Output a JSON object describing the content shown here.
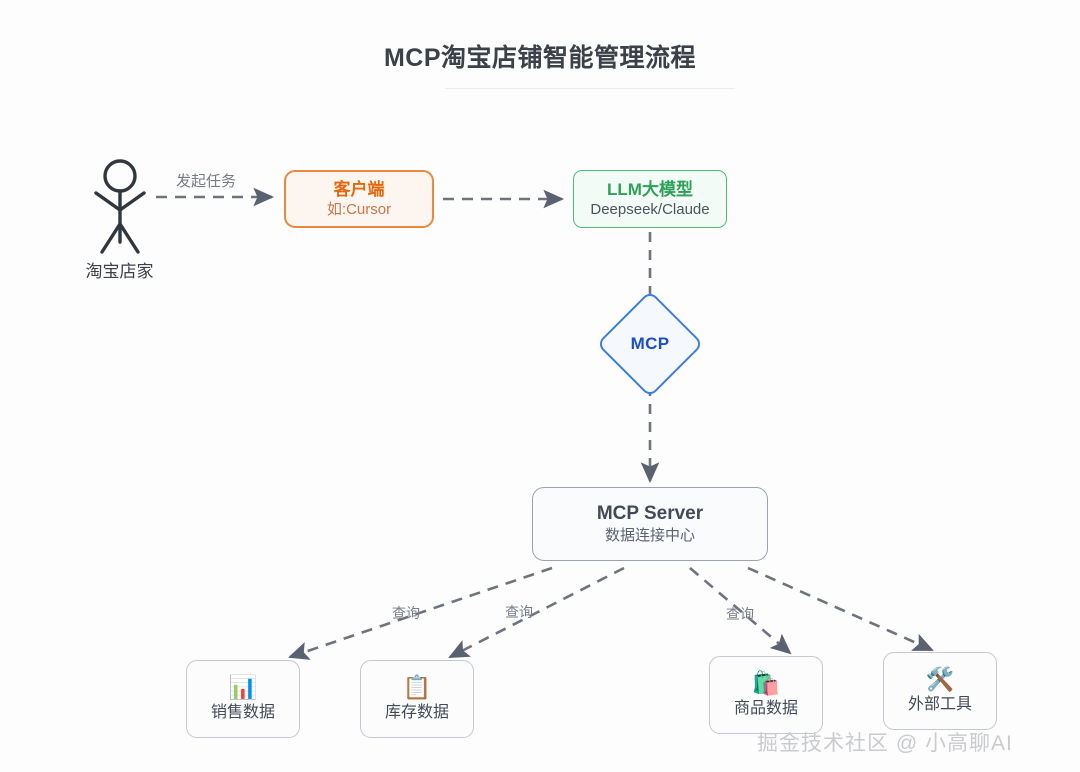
{
  "title": "MCP淘宝店铺智能管理流程",
  "actor": {
    "name": "stick-figure",
    "label": "淘宝店家"
  },
  "nodes": {
    "client": {
      "title": "客户端",
      "subtitle": "如:Cursor",
      "border_color": "#E8893F",
      "fill_color": "#FDF6F0",
      "title_color": "#E8670C"
    },
    "llm": {
      "title": "LLM大模型",
      "subtitle": "Deepseek/Claude",
      "border_color": "#4EBE77",
      "fill_color": "#F2FBF5",
      "title_color": "#2DA05A"
    },
    "mcp": {
      "label": "MCP",
      "border_color": "#3D7FD6",
      "fill_color": "#F5F9FE",
      "text_color": "#1B4FC4"
    },
    "server": {
      "title": "MCP Server",
      "subtitle": "数据连接中心",
      "border_color": "#9AA3B4",
      "fill_color": "#FAFBFD"
    }
  },
  "leaves": [
    {
      "icon": "📊",
      "icon_name": "bar-chart-icon",
      "label": "销售数据"
    },
    {
      "icon": "📋",
      "icon_name": "clipboard-icon",
      "label": "库存数据"
    },
    {
      "icon": "🛍️",
      "icon_name": "shopping-bags-icon",
      "label": "商品数据"
    },
    {
      "icon": "🛠️",
      "icon_name": "tools-icon",
      "label": "外部工具"
    }
  ],
  "edges": {
    "task_label": "发起任务",
    "query_labels": [
      "查询",
      "查询",
      "查询"
    ],
    "line_color": "#6E737E",
    "arrow_color": "#5A6272"
  },
  "watermark": "掘金技术社区 @ 小高聊AI"
}
